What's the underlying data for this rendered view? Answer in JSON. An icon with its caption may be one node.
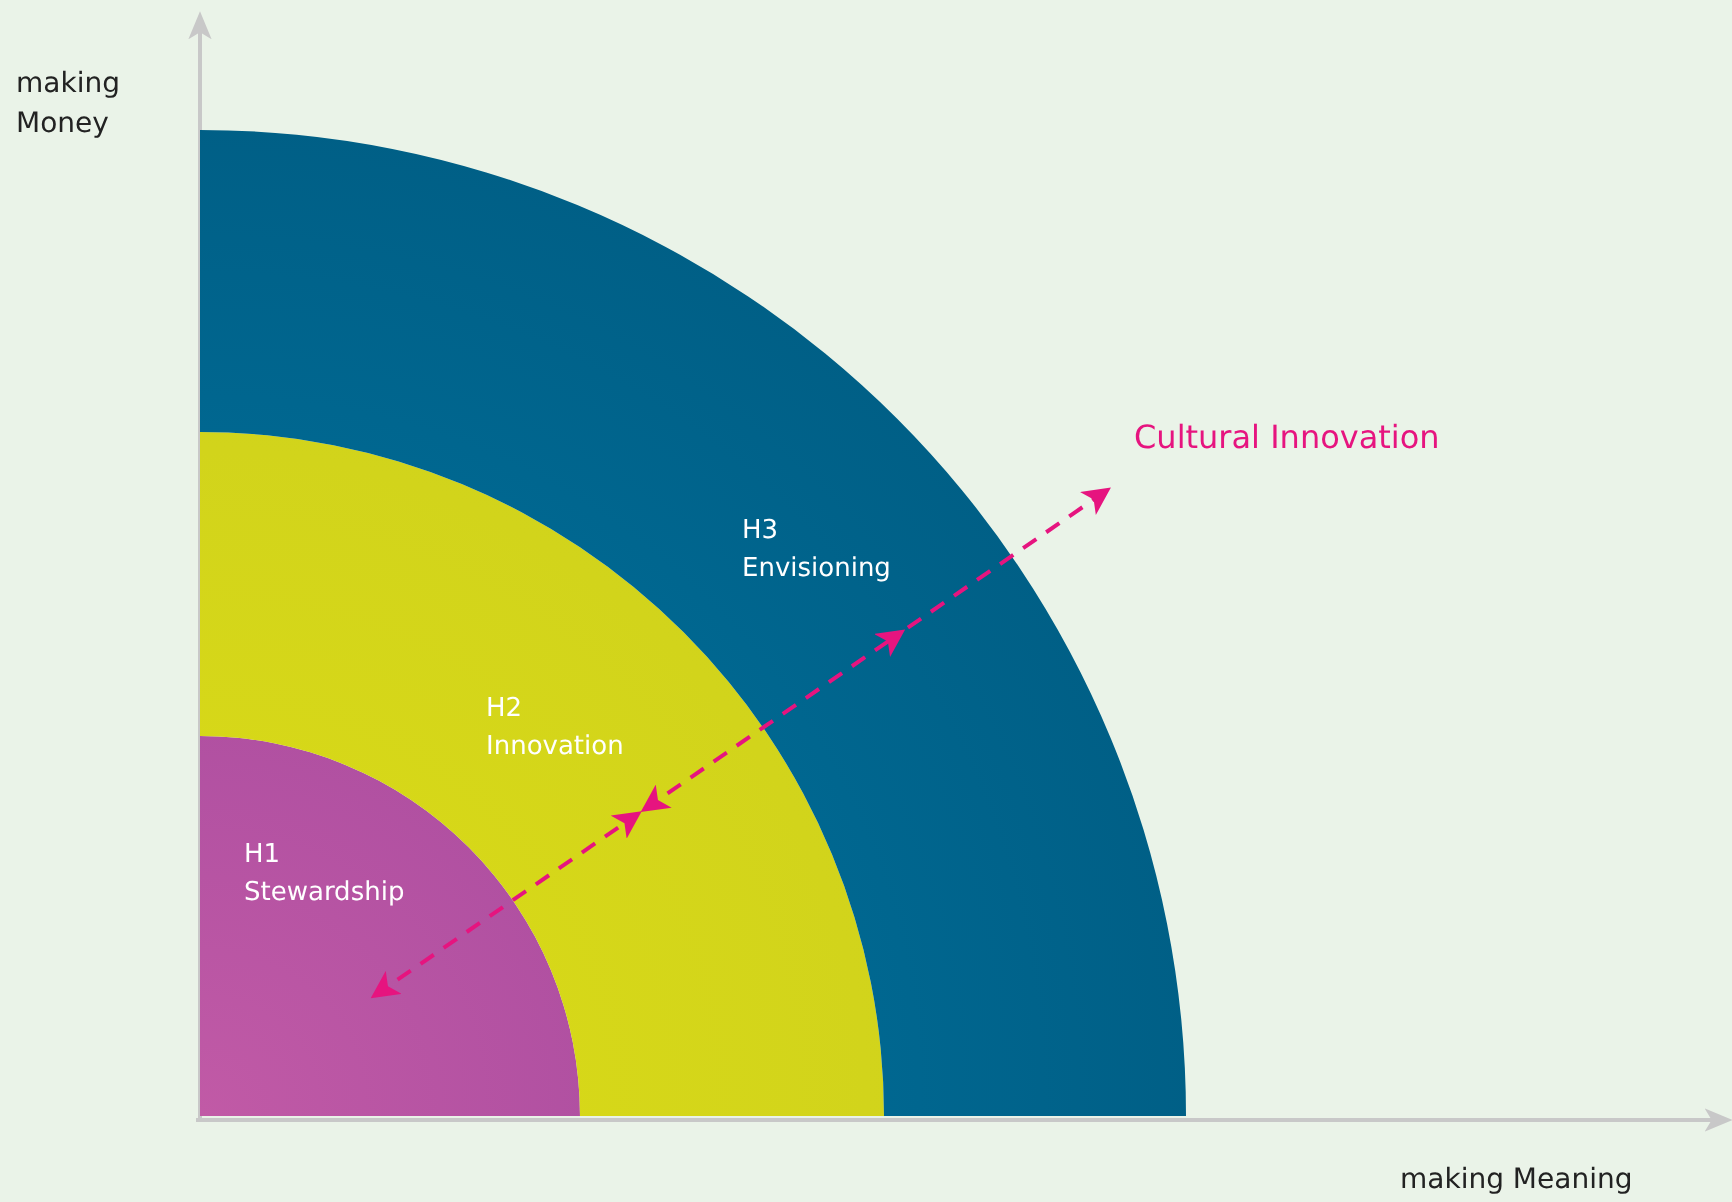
{
  "diagram": {
    "nodes": [
      {
        "text": [
          "H1",
          "Stewardship"
        ]
      },
      {
        "text": [
          "H2",
          "Innovation"
        ]
      },
      {
        "text": [
          "H3",
          "Envisioning"
        ]
      },
      {
        "text": [
          "Cultural Innovation"
        ]
      }
    ],
    "edges": [
      {
        "from": 0,
        "to": 1,
        "arrow": "both",
        "style": "dashed"
      },
      {
        "from": 1,
        "to": 2,
        "arrow": "both",
        "style": "dashed"
      },
      {
        "from": 2,
        "to": 3,
        "arrow": "to",
        "style": "dashed"
      }
    ],
    "labels": [
      "making Money",
      "making Meaning"
    ]
  }
}
